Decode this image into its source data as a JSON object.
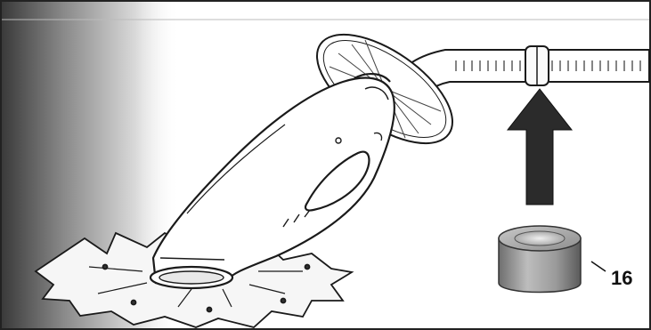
{
  "callout": {
    "label": "16"
  },
  "icons": {
    "arrow": "up-arrow-icon",
    "part": "ring-seal-icon",
    "cleaner": "pool-cleaner-illustration",
    "hose": "hose-illustration"
  },
  "colors": {
    "line": "#1a1a1a",
    "arrow": "#2b2b2b",
    "wall_dark": "#3a3a3a",
    "wall_light": "#f4f4f4"
  }
}
